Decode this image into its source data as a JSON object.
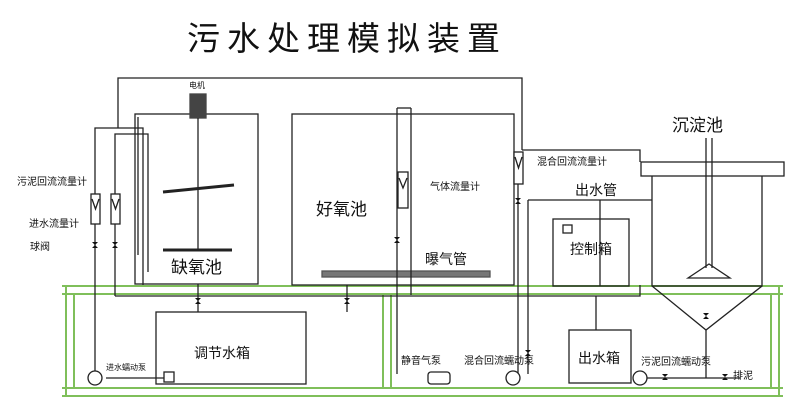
{
  "title": "污水处理模拟装置",
  "labels": {
    "motor": "电机",
    "anoxic_tank": "缺氧池",
    "aerobic_tank": "好氧池",
    "settling_tank": "沉淀池",
    "gas_flowmeter": "气体流量计",
    "aeration_pipe": "曝气管",
    "mixed_reflux_flowmeter": "混合回流流量计",
    "water_outlet_pipe": "出水管",
    "control_box": "控制箱",
    "sludge_reflux_flowmeter": "污泥回流流量计",
    "inflow_flowmeter": "进水流量计",
    "ball_valve": "球阀",
    "regulating_tank": "调节水箱",
    "inflow_peristaltic_pump": "进水蠕动泵",
    "silent_air_pump": "静音气泵",
    "mixed_reflux_peristaltic_pump": "混合回流蠕动泵",
    "outlet_water_tank": "出水箱",
    "sludge_reflux_peristaltic_pump": "污泥回流蠕动泵",
    "sludge_discharge": "排泥"
  },
  "colors": {
    "line": "#222222",
    "frame": "#7fbf5a",
    "aeration_bar": "#777777",
    "motor": "#444444"
  }
}
